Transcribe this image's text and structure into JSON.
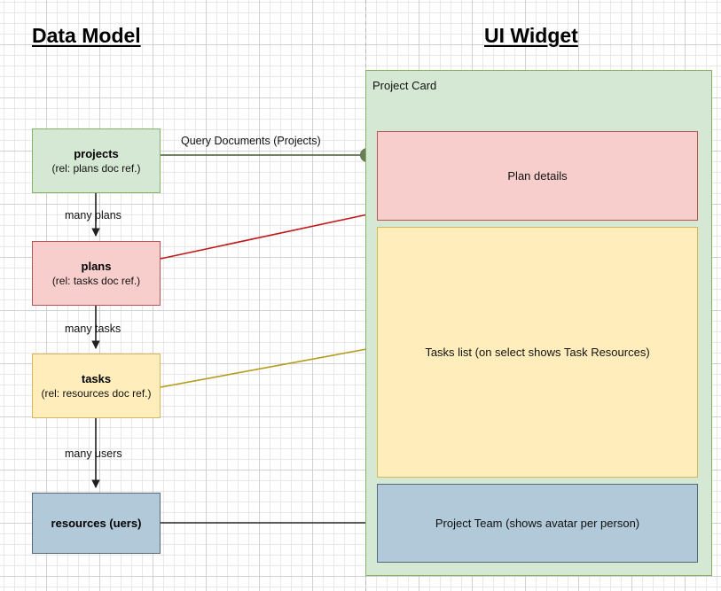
{
  "titles": {
    "left": "Data Model",
    "right": "UI Widget"
  },
  "colors": {
    "green_fill": "#d5e8d4",
    "green_stroke": "#82b366",
    "red_fill": "#f8cecc",
    "red_stroke": "#b85450",
    "yellow_fill": "#ffeebb",
    "yellow_stroke": "#d6b656",
    "blue_fill": "#b1c9d8",
    "blue_stroke": "#53687c",
    "dot_olive": "#6b7f57",
    "dot_red": "#e8100f",
    "dot_yellow": "#f2c115",
    "dot_grey": "#3b3b3b",
    "arrow_black": "#1f1f1f",
    "divider": "#b0b0b0"
  },
  "data_model": {
    "nodes": [
      {
        "id": "projects",
        "title": "projects",
        "sub": "(rel: plans doc ref.)"
      },
      {
        "id": "plans",
        "title": "plans",
        "sub": "(rel: tasks doc ref.)"
      },
      {
        "id": "tasks",
        "title": "tasks",
        "sub": "(rel: resources doc ref.)"
      },
      {
        "id": "resources",
        "title": "resources (uers)",
        "sub": ""
      }
    ],
    "edge_labels": {
      "projects_to_plans": "many plans",
      "plans_to_tasks": "many tasks",
      "tasks_to_resources": "many users"
    }
  },
  "ui_widget": {
    "container_label": "Project Card",
    "boxes": [
      {
        "id": "plan-details",
        "label": "Plan details"
      },
      {
        "id": "tasks-list",
        "label": "Tasks list (on select shows Task Resources)"
      },
      {
        "id": "project-team",
        "label": "Project Team (shows avatar per person)"
      }
    ]
  },
  "mappings": {
    "projects_to_card": "Query Documents (Projects)",
    "plans_to_plan_details": "",
    "tasks_to_tasks_list": "",
    "resources_to_project_team": ""
  }
}
